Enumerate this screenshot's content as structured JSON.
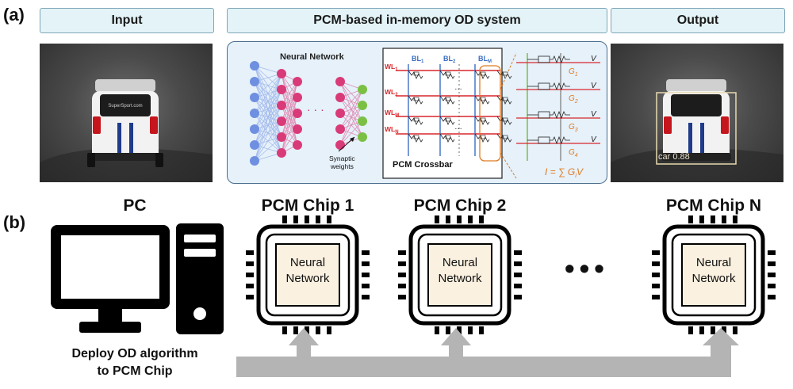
{
  "panel_a": {
    "label": "(a)",
    "input_header": "Input",
    "system_header": "PCM-based in-memory OD system",
    "output_header": "Output",
    "nn_title": "Neural Network",
    "synaptic_line1": "Synaptic",
    "synaptic_line2": "weights",
    "crossbar_label": "PCM Crossbar",
    "bitlines": [
      "BL",
      "BL",
      "BL"
    ],
    "bitline_subs": [
      "1",
      "2",
      "M"
    ],
    "wordlines": [
      "WL",
      "WL",
      "WL",
      "WL"
    ],
    "wordline_subs": [
      "1",
      "2",
      "M",
      "N"
    ],
    "conductances": [
      "G",
      "G",
      "G",
      "G"
    ],
    "conductance_subs": [
      "1",
      "2",
      "3",
      "4"
    ],
    "voltage": "V",
    "current_formula": "I = ∑ G",
    "current_sub": "i",
    "current_tail": "V",
    "detection_label": "car  0.88",
    "car_plate_text": "SuperSport.com",
    "colors": {
      "neuron_blue": "#6f8fe0",
      "neuron_pink": "#d93a78",
      "neuron_green": "#7bc043",
      "wordline_red": "#d9262c",
      "bitline_blue": "#3b6fc4",
      "formula_orange": "#e07b22"
    }
  },
  "panel_b": {
    "label": "(b)",
    "pc_title": "PC",
    "chips": [
      {
        "title": "PCM Chip 1",
        "line1": "Neural",
        "line2": "Network"
      },
      {
        "title": "PCM Chip 2",
        "line1": "Neural",
        "line2": "Network"
      },
      {
        "title": "PCM Chip N",
        "line1": "Neural",
        "line2": "Network"
      }
    ],
    "ellipsis": "•••",
    "deploy_line1": "Deploy OD algorithm",
    "deploy_line2": "to PCM Chip"
  }
}
